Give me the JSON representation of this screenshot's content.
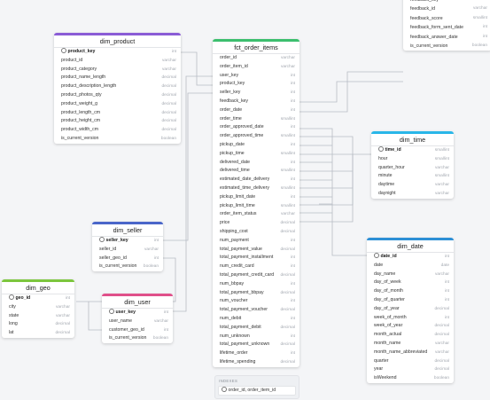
{
  "tables": {
    "dim_product": {
      "name": "dim_product",
      "color": "#8a5cd6",
      "columns": [
        {
          "name": "product_key",
          "type": "int",
          "pk": true
        },
        {
          "name": "product_id",
          "type": "varchar"
        },
        {
          "name": "product_category",
          "type": "varchar"
        },
        {
          "name": "product_name_length",
          "type": "decimal"
        },
        {
          "name": "product_description_length",
          "type": "decimal"
        },
        {
          "name": "product_photos_qty",
          "type": "decimal"
        },
        {
          "name": "product_weight_g",
          "type": "decimal"
        },
        {
          "name": "product_length_cm",
          "type": "decimal"
        },
        {
          "name": "product_height_cm",
          "type": "decimal"
        },
        {
          "name": "product_width_cm",
          "type": "decimal"
        },
        {
          "name": "is_current_version",
          "type": "boolean"
        }
      ]
    },
    "fct_order_items": {
      "name": "fct_order_items",
      "color": "#3cbf6e",
      "columns": [
        {
          "name": "order_id",
          "type": "varchar"
        },
        {
          "name": "order_item_id",
          "type": "varchar"
        },
        {
          "name": "user_key",
          "type": "int"
        },
        {
          "name": "product_key",
          "type": "int"
        },
        {
          "name": "seller_key",
          "type": "int"
        },
        {
          "name": "feedback_key",
          "type": "int"
        },
        {
          "name": "order_date",
          "type": "int"
        },
        {
          "name": "order_time",
          "type": "smallint"
        },
        {
          "name": "order_approved_date",
          "type": "int"
        },
        {
          "name": "order_approved_time",
          "type": "smallint"
        },
        {
          "name": "pickup_date",
          "type": "int"
        },
        {
          "name": "pickup_time",
          "type": "smallint"
        },
        {
          "name": "delivered_date",
          "type": "int"
        },
        {
          "name": "delivered_time",
          "type": "smallint"
        },
        {
          "name": "estimated_date_delivery",
          "type": "int"
        },
        {
          "name": "estimated_time_delivery",
          "type": "smallint"
        },
        {
          "name": "pickup_limit_date",
          "type": "int"
        },
        {
          "name": "pickup_limit_time",
          "type": "smallint"
        },
        {
          "name": "order_item_status",
          "type": "varchar"
        },
        {
          "name": "price",
          "type": "decimal"
        },
        {
          "name": "shipping_cost",
          "type": "decimal"
        },
        {
          "name": "num_payment",
          "type": "int"
        },
        {
          "name": "total_payment_value",
          "type": "decimal"
        },
        {
          "name": "total_payment_installment",
          "type": "int"
        },
        {
          "name": "num_credit_card",
          "type": "int"
        },
        {
          "name": "total_payment_credit_card",
          "type": "decimal"
        },
        {
          "name": "num_bbpay",
          "type": "int"
        },
        {
          "name": "total_payment_bbpay",
          "type": "decimal"
        },
        {
          "name": "num_voucher",
          "type": "int"
        },
        {
          "name": "total_payment_voucher",
          "type": "decimal"
        },
        {
          "name": "num_debit",
          "type": "int"
        },
        {
          "name": "total_payment_debit",
          "type": "decimal"
        },
        {
          "name": "num_unknown",
          "type": "int"
        },
        {
          "name": "total_payment_unknown",
          "type": "decimal"
        },
        {
          "name": "lifetime_order",
          "type": "int"
        },
        {
          "name": "lifetime_spending",
          "type": "decimal"
        }
      ],
      "indexes_caption": "INDEXES",
      "index_item": "order_id, order_item_id"
    },
    "dim_feedback": {
      "name": "",
      "color": "#2fbf9a",
      "columns": [
        {
          "name": "feedback_key",
          "type": "int"
        },
        {
          "name": "feedback_id",
          "type": "varchar"
        },
        {
          "name": "feedback_score",
          "type": "smallint"
        },
        {
          "name": "feedback_form_sent_date",
          "type": "int"
        },
        {
          "name": "feedback_answer_date",
          "type": "int"
        },
        {
          "name": "is_current_version",
          "type": "boolean"
        }
      ]
    },
    "dim_time": {
      "name": "dim_time",
      "color": "#29b6e8",
      "columns": [
        {
          "name": "time_id",
          "type": "smallint",
          "pk": true
        },
        {
          "name": "hour",
          "type": "smallint"
        },
        {
          "name": "quarter_hour",
          "type": "varchar"
        },
        {
          "name": "minute",
          "type": "smallint"
        },
        {
          "name": "daytime",
          "type": "varchar"
        },
        {
          "name": "daynight",
          "type": "varchar"
        }
      ]
    },
    "dim_seller": {
      "name": "dim_seller",
      "color": "#4a66c9",
      "columns": [
        {
          "name": "seller_key",
          "type": "int",
          "pk": true
        },
        {
          "name": "seller_id",
          "type": "varchar"
        },
        {
          "name": "seller_geo_id",
          "type": "int"
        },
        {
          "name": "is_current_version",
          "type": "boolean"
        }
      ]
    },
    "dim_geo": {
      "name": "dim_geo",
      "color": "#7cc63d",
      "columns": [
        {
          "name": "geo_id",
          "type": "int",
          "pk": true
        },
        {
          "name": "city",
          "type": "varchar"
        },
        {
          "name": "state",
          "type": "varchar"
        },
        {
          "name": "long",
          "type": "decimal"
        },
        {
          "name": "lat",
          "type": "decimal"
        }
      ]
    },
    "dim_user": {
      "name": "dim_user",
      "color": "#e0508a",
      "columns": [
        {
          "name": "user_key",
          "type": "int",
          "pk": true
        },
        {
          "name": "user_name",
          "type": "varchar"
        },
        {
          "name": "customer_geo_id",
          "type": "int"
        },
        {
          "name": "is_current_version",
          "type": "boolean"
        }
      ]
    },
    "dim_date": {
      "name": "dim_date",
      "color": "#2d8fd6",
      "columns": [
        {
          "name": "date_id",
          "type": "int",
          "pk": true
        },
        {
          "name": "date",
          "type": "date"
        },
        {
          "name": "day_name",
          "type": "varchar"
        },
        {
          "name": "day_of_week",
          "type": "int"
        },
        {
          "name": "day_of_month",
          "type": "int"
        },
        {
          "name": "day_of_quarter",
          "type": "int"
        },
        {
          "name": "day_of_year",
          "type": "decimal"
        },
        {
          "name": "week_of_month",
          "type": "int"
        },
        {
          "name": "week_of_year",
          "type": "decimal"
        },
        {
          "name": "month_actual",
          "type": "decimal"
        },
        {
          "name": "month_name",
          "type": "varchar"
        },
        {
          "name": "month_name_abbreviated",
          "type": "varchar"
        },
        {
          "name": "quarter",
          "type": "decimal"
        },
        {
          "name": "year",
          "type": "decimal"
        },
        {
          "name": "isWeekend",
          "type": "boolean"
        }
      ]
    }
  }
}
